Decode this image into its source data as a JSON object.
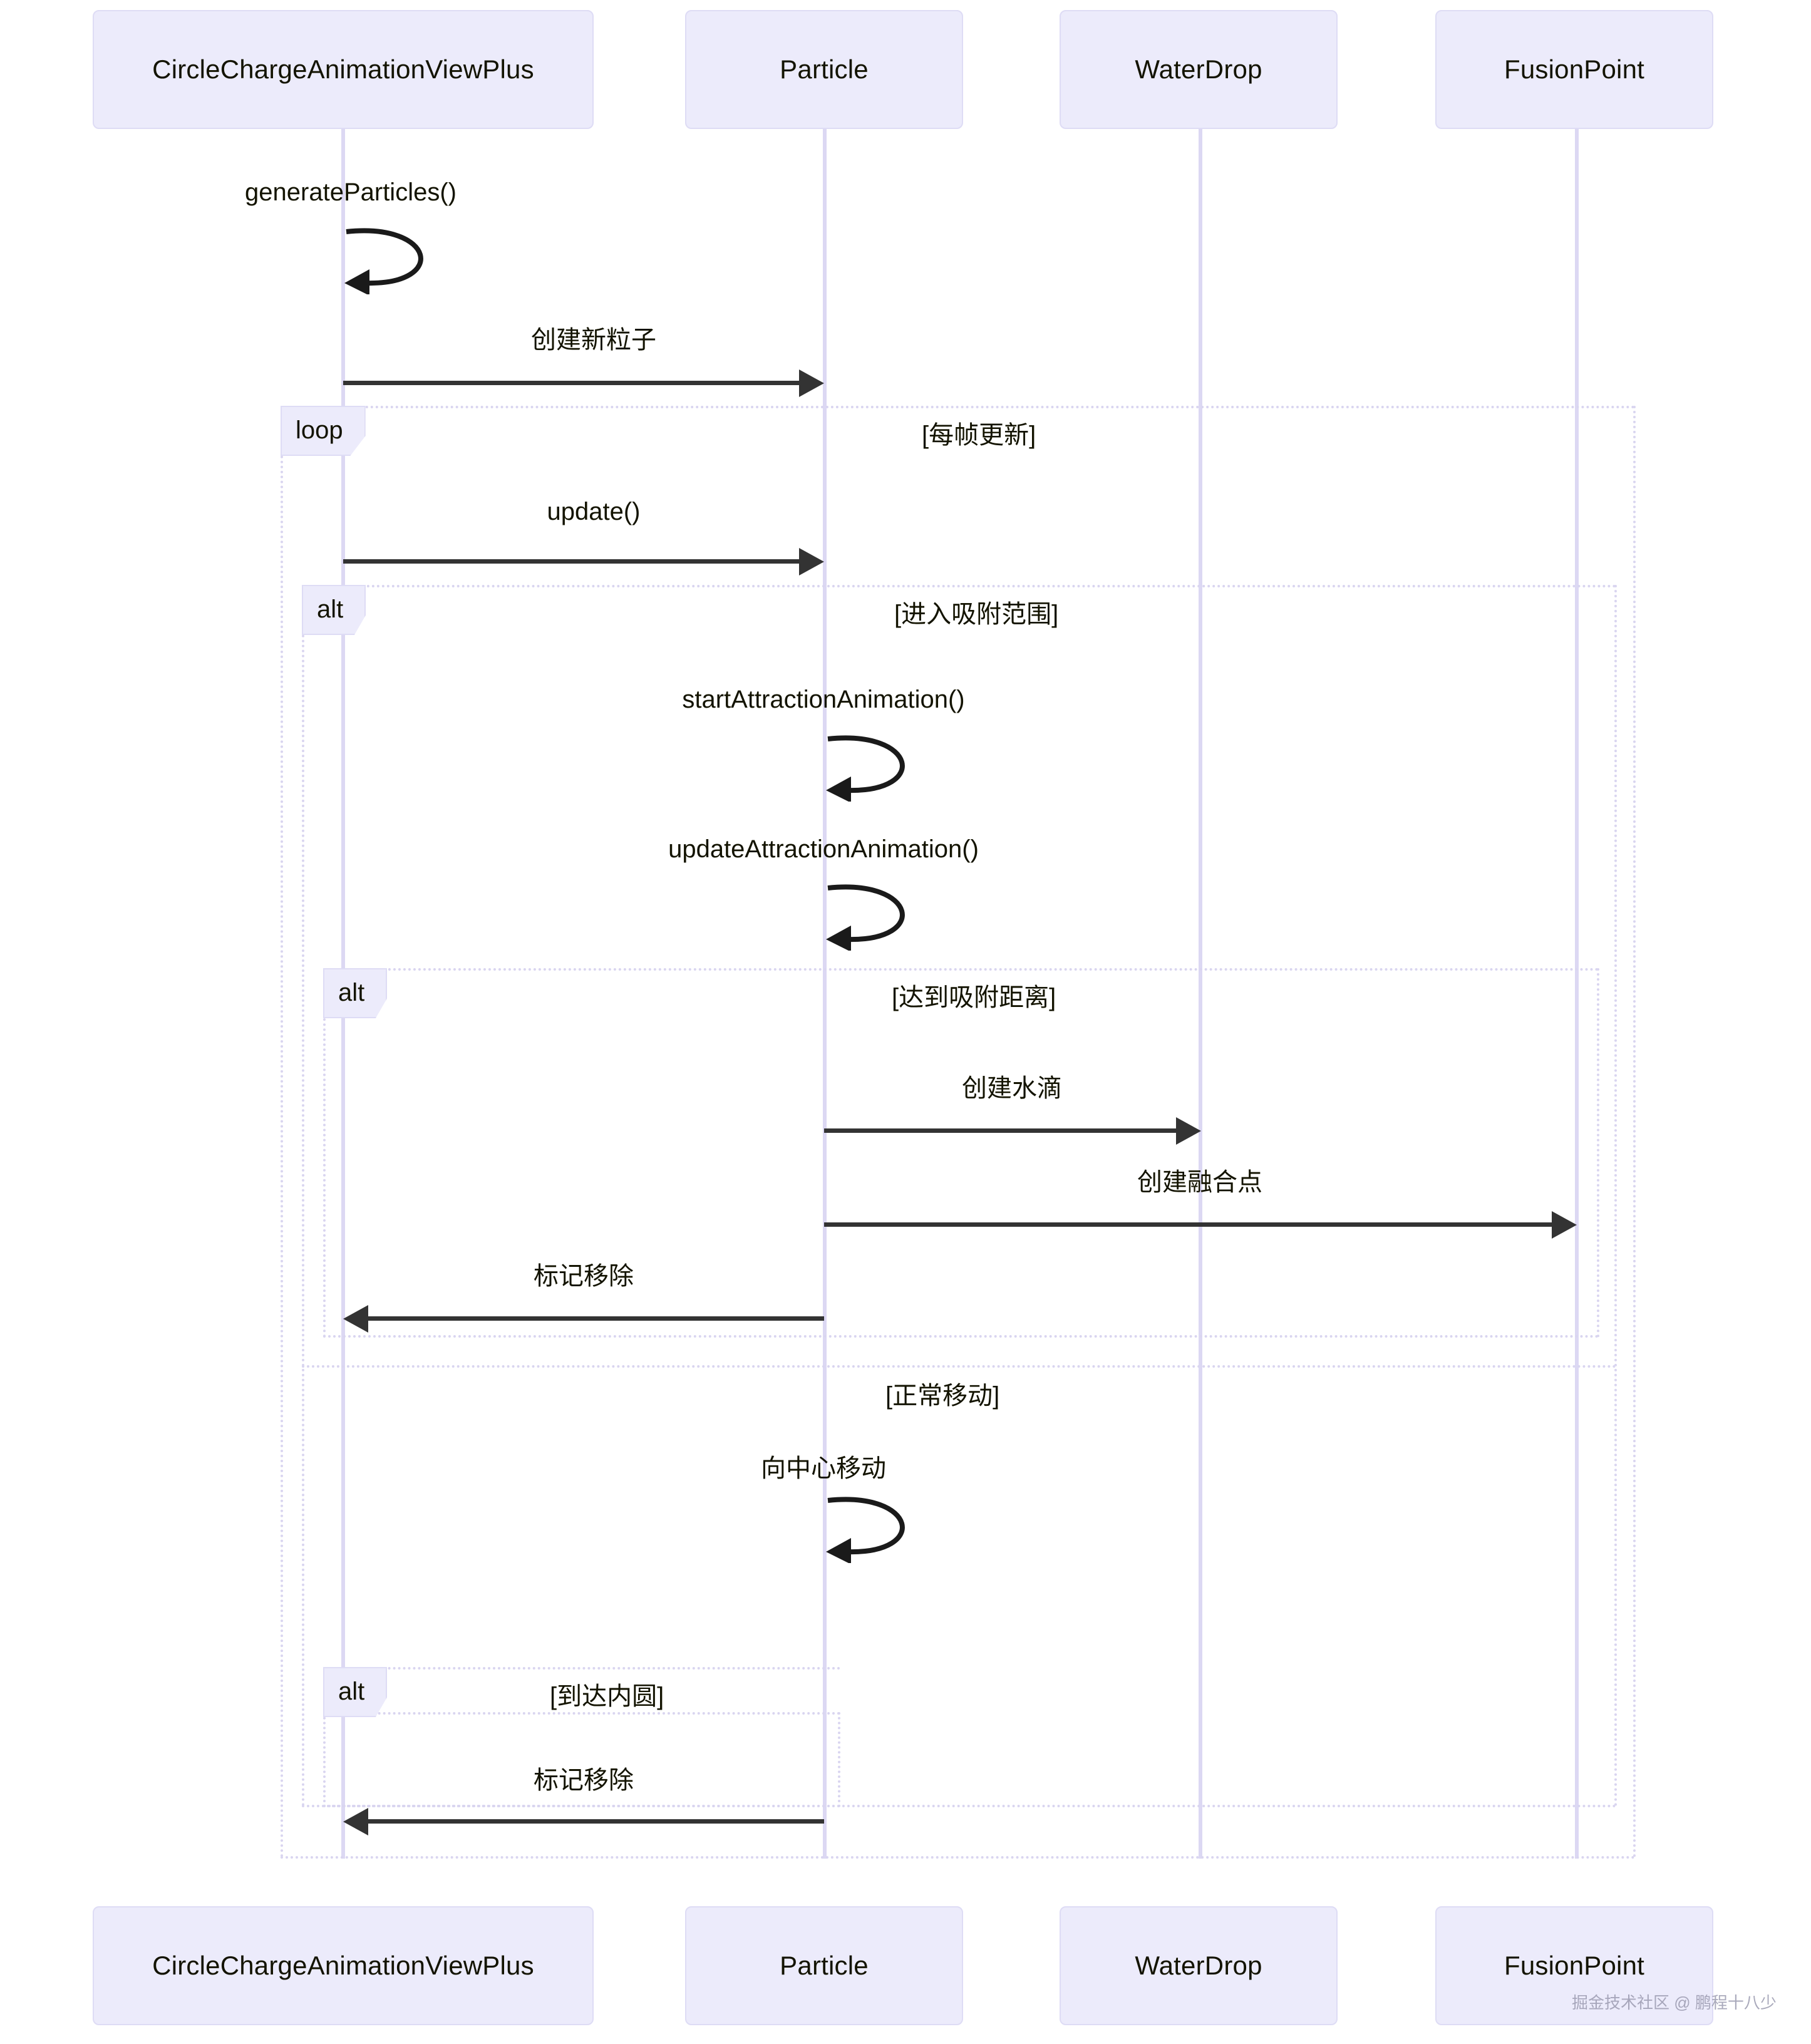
{
  "diagram": {
    "type": "sequence-diagram",
    "title": "CircleChargeAnimationViewPlus particle sequence"
  },
  "participants": [
    {
      "id": "view",
      "label": "CircleChargeAnimationViewPlus"
    },
    {
      "id": "particle",
      "label": "Particle"
    },
    {
      "id": "waterdrop",
      "label": "WaterDrop"
    },
    {
      "id": "fusion",
      "label": "FusionPoint"
    }
  ],
  "participants_bottom": [
    {
      "id": "view",
      "label": "CircleChargeAnimationViewPlus"
    },
    {
      "id": "particle",
      "label": "Particle"
    },
    {
      "id": "waterdrop",
      "label": "WaterDrop"
    },
    {
      "id": "fusion",
      "label": "FusionPoint"
    }
  ],
  "fragments": {
    "loop_every_frame": {
      "kind": "loop",
      "condition": "[每帧更新]"
    },
    "alt_enter_range": {
      "kind": "alt",
      "condition": "[进入吸附范围]"
    },
    "alt_reach_dist": {
      "kind": "alt",
      "condition": "[达到吸附距离]"
    },
    "else_normal_move": {
      "kind": "else",
      "condition": "[正常移动]"
    },
    "alt_reach_inner": {
      "kind": "alt",
      "condition": "[到达内圆]"
    }
  },
  "messages": [
    {
      "id": "m1",
      "from": "view",
      "to": "view",
      "label": "generateParticles()",
      "kind": "self"
    },
    {
      "id": "m2",
      "from": "view",
      "to": "particle",
      "label": "创建新粒子",
      "kind": "sync-right"
    },
    {
      "id": "m3",
      "from": "view",
      "to": "particle",
      "label": "update()",
      "kind": "sync-right"
    },
    {
      "id": "m4",
      "from": "particle",
      "to": "particle",
      "label": "startAttractionAnimation()",
      "kind": "self"
    },
    {
      "id": "m5",
      "from": "particle",
      "to": "particle",
      "label": "updateAttractionAnimation()",
      "kind": "self"
    },
    {
      "id": "m6",
      "from": "particle",
      "to": "waterdrop",
      "label": "创建水滴",
      "kind": "sync-right"
    },
    {
      "id": "m7",
      "from": "particle",
      "to": "fusion",
      "label": "创建融合点",
      "kind": "sync-right"
    },
    {
      "id": "m8",
      "from": "particle",
      "to": "view",
      "label": "标记移除",
      "kind": "sync-left"
    },
    {
      "id": "m9",
      "from": "particle",
      "to": "particle",
      "label": "向中心移动",
      "kind": "self"
    },
    {
      "id": "m10",
      "from": "particle",
      "to": "view",
      "label": "标记移除",
      "kind": "sync-left"
    }
  ],
  "watermark": "掘金技术社区 @ 鹏程十八少",
  "colors": {
    "participant_fill": "#ECEBFB",
    "participant_border": "#DEDCF5",
    "lifeline": "#DCD8F3",
    "fragment_border": "#D9D5F0",
    "arrow": "#333333",
    "text": "#131300",
    "background": "#FFFFFF"
  }
}
